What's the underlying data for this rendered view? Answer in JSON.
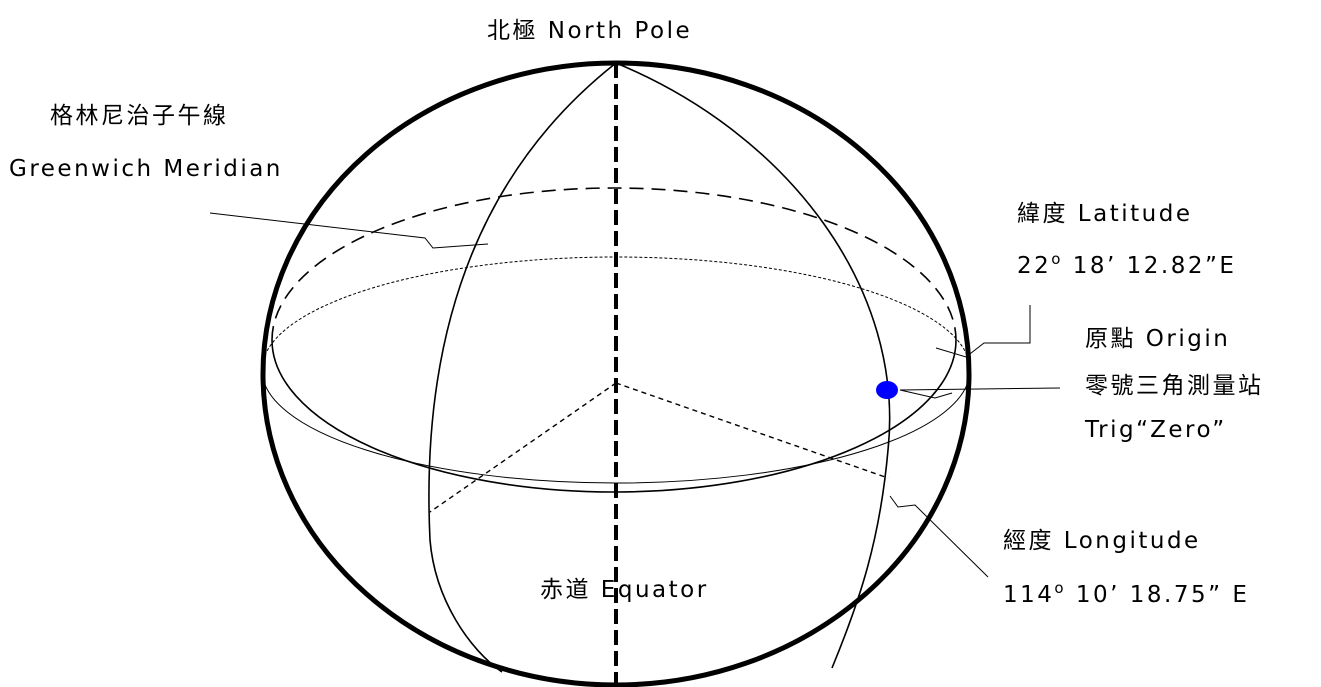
{
  "labels": {
    "north_pole": "北極  North Pole",
    "greenwich_zh": "格林尼治子午線",
    "greenwich_en": "Greenwich Meridian",
    "latitude_title": "緯度  Latitude",
    "latitude_deg": "22",
    "latitude_rest": " 18’ 12.82”E",
    "origin_title": "原點 Origin",
    "origin_zh": "零號三角測量站",
    "origin_en": "Trig“Zero”",
    "equator": "赤道 Equator",
    "longitude_title": "經度  Longitude",
    "longitude_deg": "114",
    "longitude_rest": " 10’ 18.75” E",
    "degree_mark": "o"
  },
  "colors": {
    "line": "#000000",
    "origin_marker": "#0000ff",
    "background": "#ffffff"
  }
}
